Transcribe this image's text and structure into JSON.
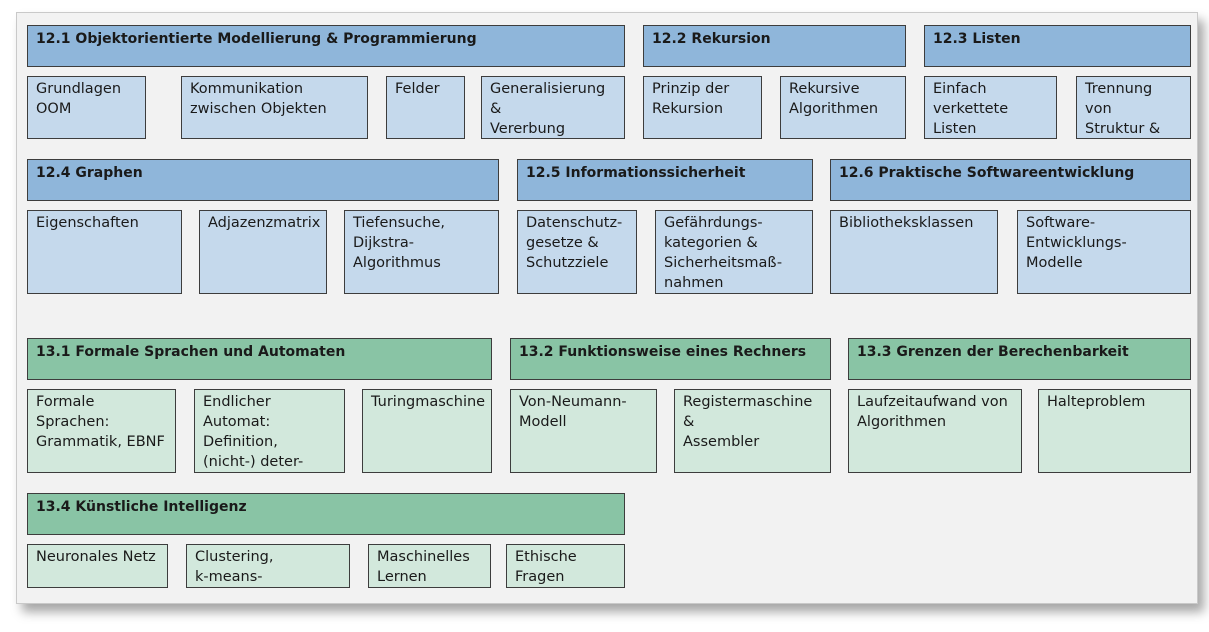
{
  "colors": {
    "panel_bg": "#f2f2f2",
    "blue_header": "#8fb6da",
    "blue_sub": "#c5d9ec",
    "green_header": "#89c4a5",
    "green_sub": "#d2e8dc"
  },
  "sections": {
    "s12_1": {
      "title": "12.1 Objektorientierte Modellierung & Programmierung",
      "items": [
        "Grundlagen\nOOM",
        "Kommunikation\nzwischen Objekten",
        "Felder",
        "Generalisierung &\nVererbung"
      ]
    },
    "s12_2": {
      "title": "12.2 Rekursion",
      "items": [
        "Prinzip der\nRekursion",
        "Rekursive\nAlgorithmen"
      ]
    },
    "s12_3": {
      "title": "12.3 Listen",
      "items": [
        "Einfach\nverkettete Listen",
        "Trennung von\nStruktur &\nInhalt"
      ]
    },
    "s12_4": {
      "title": "12.4 Graphen",
      "items": [
        "Eigenschaften",
        "Adjazenzmatrix",
        "Tiefensuche,\nDijkstra-\nAlgorithmus"
      ]
    },
    "s12_5": {
      "title": "12.5 Informationssicherheit",
      "items": [
        "Datenschutz-\ngesetze &\nSchutzziele",
        "Gefährdungs-\nkategorien &\nSicherheitsmaß-\nnahmen"
      ]
    },
    "s12_6": {
      "title": "12.6 Praktische Softwareentwicklung",
      "items": [
        "Bibliotheksklassen",
        "Software-\nEntwicklungs-Modelle"
      ]
    },
    "s13_1": {
      "title": "13.1 Formale Sprachen und Automaten",
      "items": [
        "Formale Sprachen:\nGrammatik, EBNF",
        "Endlicher Automat:\nDefinition,\n(nicht-) deter-\nministisch",
        "Turingmaschine"
      ]
    },
    "s13_2": {
      "title": "13.2 Funktionsweise eines Rechners",
      "items": [
        "Von-Neumann-\nModell",
        "Registermaschine &\nAssembler"
      ]
    },
    "s13_3": {
      "title": "13.3 Grenzen der Berechenbarkeit",
      "items": [
        "Laufzeitaufwand von\nAlgorithmen",
        "Halteproblem"
      ]
    },
    "s13_4": {
      "title": "13.4 Künstliche Intelligenz",
      "items": [
        "Neuronales Netz",
        "Clustering,\nk-means-Algorithmus",
        "Maschinelles\nLernen",
        "Ethische\nFragen"
      ]
    }
  }
}
